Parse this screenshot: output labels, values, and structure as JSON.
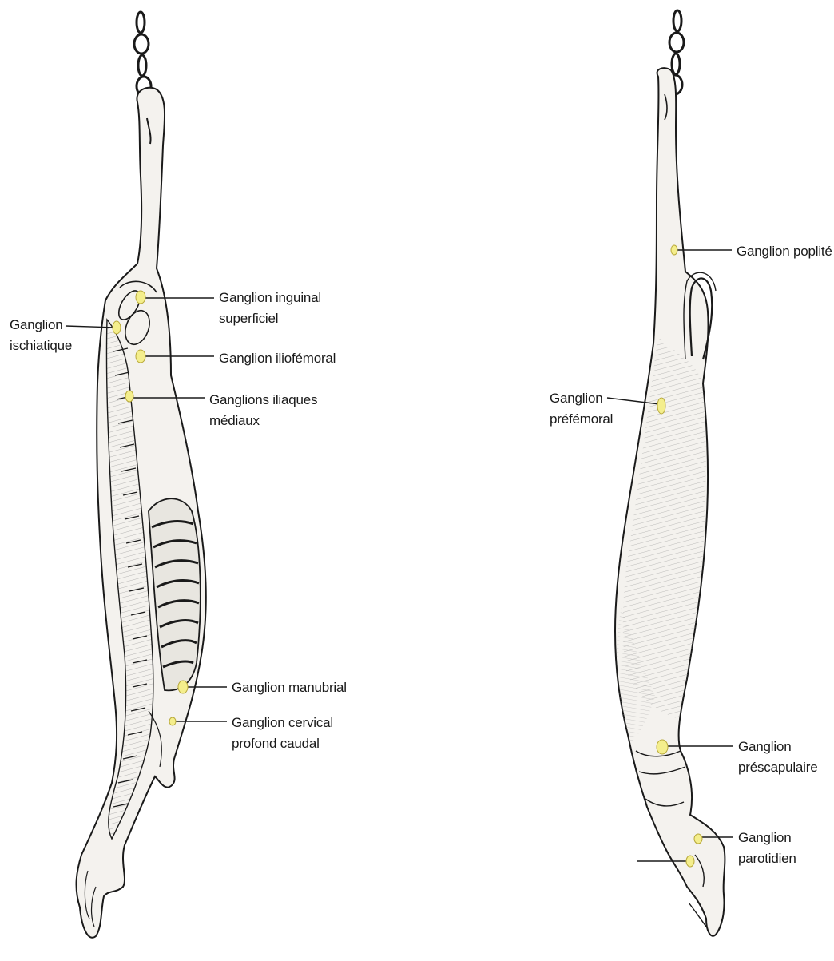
{
  "colors": {
    "node": "#f4ee8c",
    "node_stroke": "#b8a93a",
    "ink": "#1a1a1a",
    "carcass_fill": "#f4f2ee",
    "shading": "#8a8a8a"
  },
  "left_view": {
    "labels": {
      "ischiatique": [
        "Ganglion",
        "ischiatique"
      ],
      "inguinal": [
        "Ganglion inguinal",
        "superficiel"
      ],
      "iliofemoral": [
        "Ganglion iliofémoral"
      ],
      "iliaques": [
        "Ganglions iliaques",
        "médiaux"
      ],
      "manubrial": [
        "Ganglion manubrial"
      ],
      "cervical": [
        "Ganglion cervical",
        "profond caudal"
      ]
    }
  },
  "right_view": {
    "labels": {
      "poplite": [
        "Ganglion poplité"
      ],
      "prefemoral": [
        "Ganglion",
        "préfémoral"
      ],
      "prescapulaire": [
        "Ganglion",
        "préscapulaire"
      ],
      "parotidien": [
        "Ganglion",
        "parotidien"
      ]
    }
  }
}
